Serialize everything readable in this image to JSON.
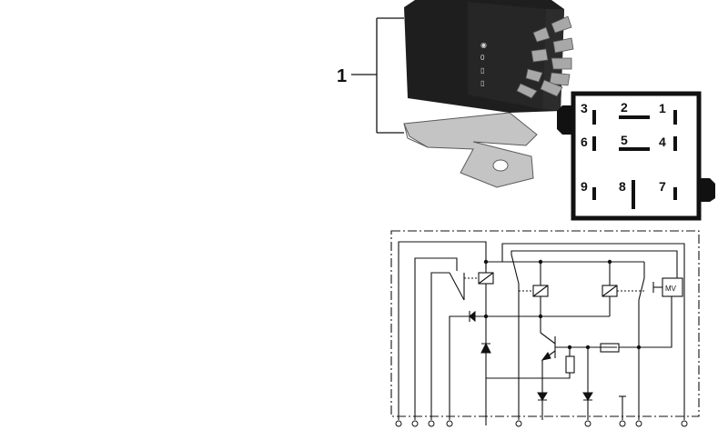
{
  "part_callout": {
    "number": "1"
  },
  "pin_diagram": {
    "pins": [
      {
        "label": "3"
      },
      {
        "label": "2"
      },
      {
        "label": "1"
      },
      {
        "label": "6"
      },
      {
        "label": "5"
      },
      {
        "label": "4"
      },
      {
        "label": "9"
      },
      {
        "label": "8"
      },
      {
        "label": "7"
      }
    ]
  },
  "schematic": {
    "component_label": "MV"
  },
  "colors": {
    "ink": "#111111",
    "housing": "#1e1e1e",
    "bracket": "#b9b9b9"
  }
}
